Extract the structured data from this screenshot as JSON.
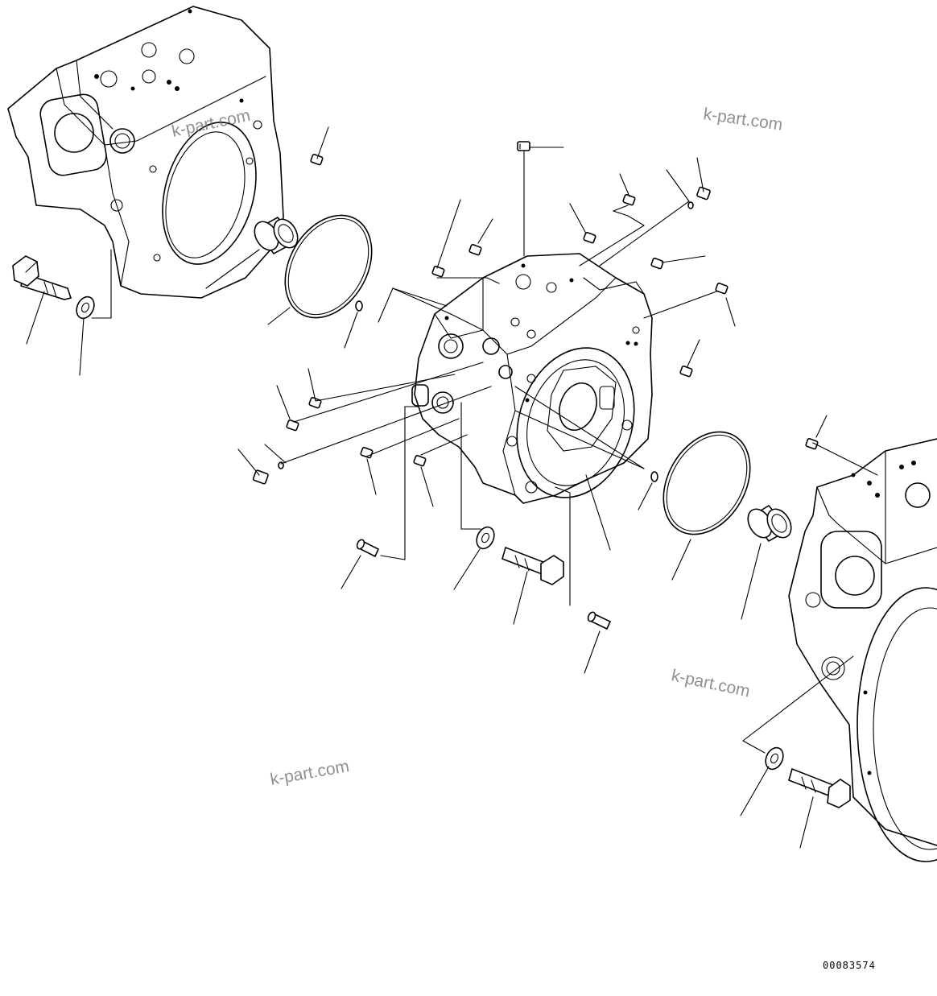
{
  "watermarks": [
    "k-part.com",
    "k-part.com",
    "k-part.com",
    "k-part.com"
  ],
  "figure_code": "00083574"
}
